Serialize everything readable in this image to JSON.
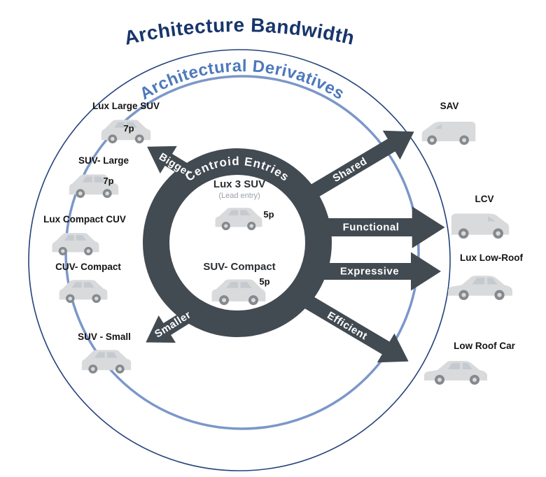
{
  "titles": {
    "outer": "Architecture Bandwidth",
    "inner": "Architectural Derivatives",
    "hub": "Centroid Entries"
  },
  "hub": {
    "entries": [
      {
        "name": "Lux 3 SUV",
        "note": "(Lead entry)",
        "capacity": "5p",
        "icon": "suv-car-icon"
      },
      {
        "name": "SUV- Compact",
        "capacity": "5p",
        "icon": "suv-car-icon"
      }
    ]
  },
  "arrows": {
    "bigger": "Bigger",
    "smaller": "Smaller",
    "shared": "Shared",
    "functional": "Functional",
    "expressive": "Expressive",
    "efficient": "Efficient"
  },
  "left_items": [
    {
      "name": "Lux Large SUV",
      "capacity": "7p",
      "icon": "suv-car-icon"
    },
    {
      "name": "SUV- Large",
      "capacity": "7p",
      "icon": "suv-car-icon"
    },
    {
      "name": "Lux Compact CUV",
      "capacity": "",
      "icon": "suv-car-icon"
    },
    {
      "name": "CUV- Compact",
      "capacity": "",
      "icon": "suv-car-icon"
    },
    {
      "name": "SUV - Small",
      "capacity": "",
      "icon": "suv-car-icon"
    }
  ],
  "right_items": [
    {
      "name": "SAV",
      "icon": "van-car-icon"
    },
    {
      "name": "LCV",
      "icon": "van-car-icon"
    },
    {
      "name": "Lux Low-Roof",
      "icon": "low-car-icon"
    },
    {
      "name": "Low Roof Car",
      "icon": "low-car-icon"
    }
  ],
  "colors": {
    "navy": "#17356b",
    "steel_blue": "#7b97c9",
    "steel_blue_text": "#4d79bb",
    "dark_slate": "#424a52",
    "car_body": "#d8dadb",
    "car_wheel": "#86898d"
  }
}
